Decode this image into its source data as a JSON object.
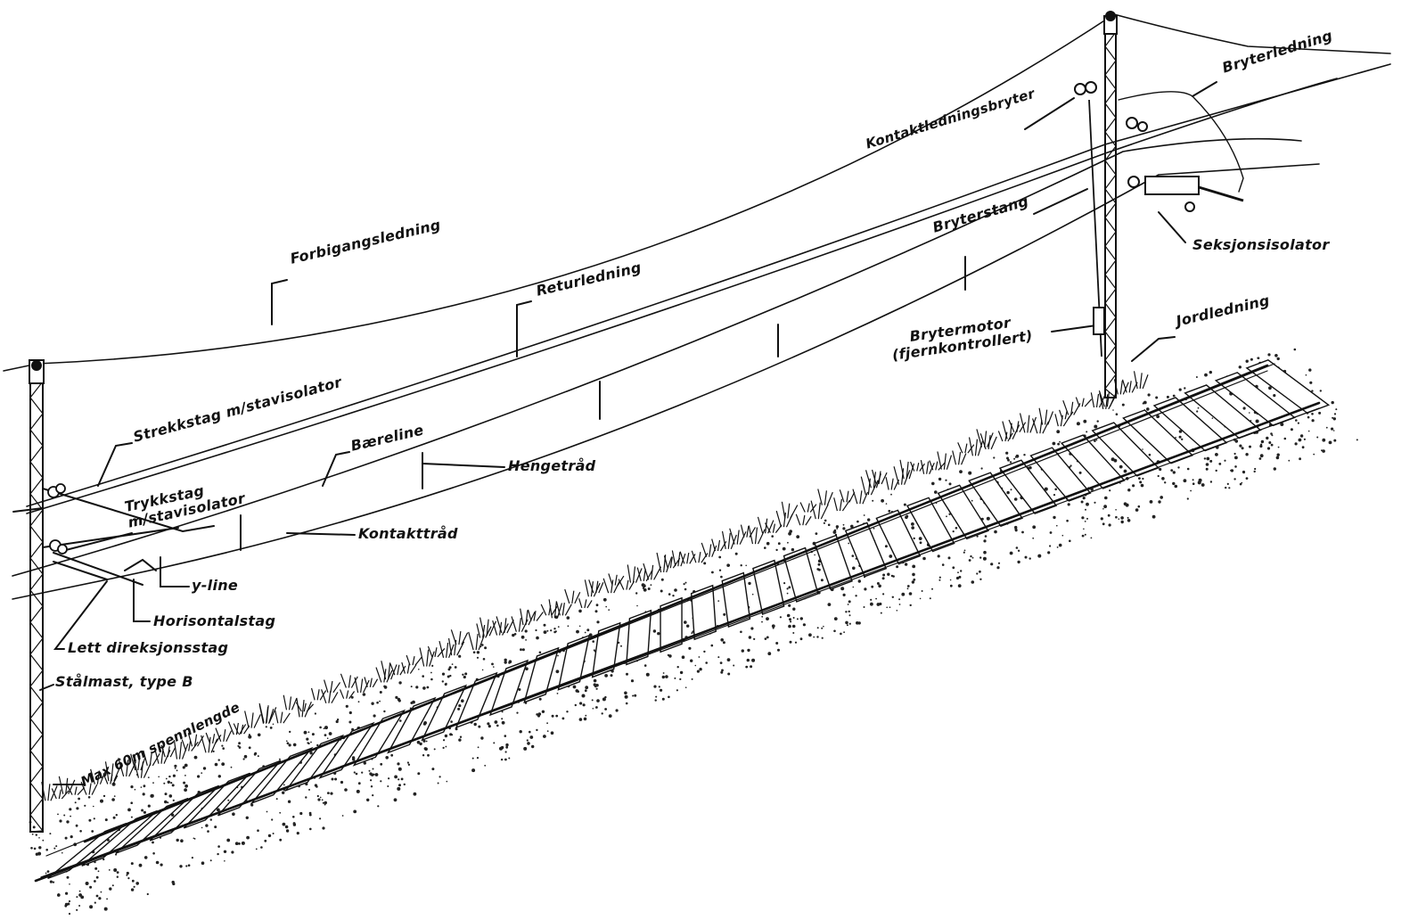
{
  "colors": {
    "ink": "#111111",
    "paper": "#ffffff",
    "stipple": "#222222"
  },
  "labels": {
    "forbigangsledning": "Forbigangsledning",
    "returledning": "Returledning",
    "bryterledning": "Bryterledning",
    "kontaktledningsbryter": "Kontaktledningsbryter",
    "bryterstang": "Bryterstang",
    "seksjonsisolator": "Seksjonsisolator",
    "jordledning": "Jordledning",
    "brytermotor_line1": "Brytermotor",
    "brytermotor_line2": "(fjernkontrollert)",
    "strekkstag": "Strekkstag m/stavisolator",
    "baereline": "Bæreline",
    "hengetraad": "Hengetråd",
    "trykkstag_line1": "Trykkstag",
    "trykkstag_line2": "m/stavisolator",
    "kontakttraad": "Kontakttråd",
    "y_line": "y-line",
    "horisontalstag": "Horisontalstag",
    "lett_direksjonsstag": "Lett direksjonsstag",
    "staalmast": "Stålmast, type B",
    "spennlengde": "Max 60m spennlengde"
  }
}
